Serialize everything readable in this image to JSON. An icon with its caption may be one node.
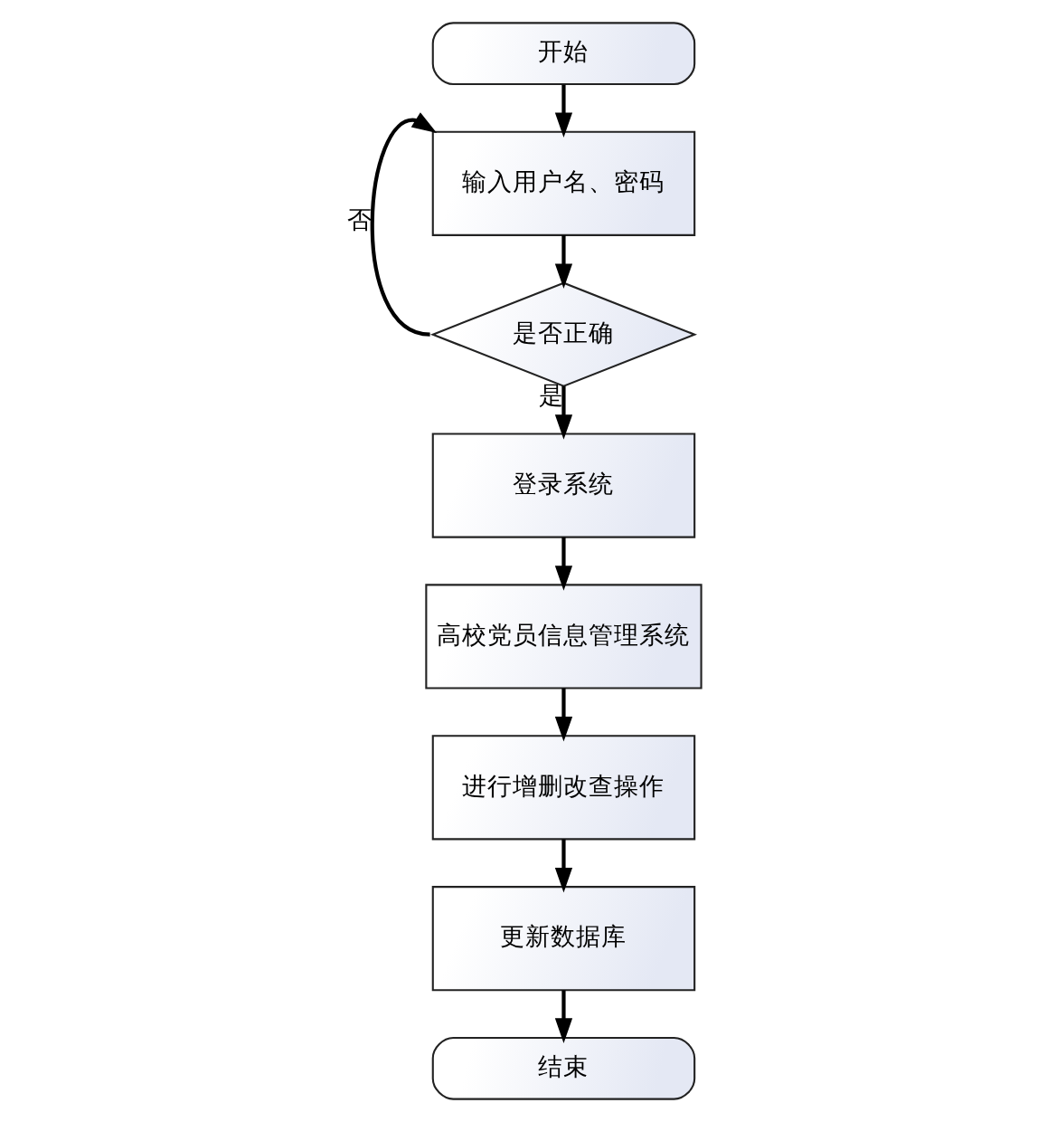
{
  "diagram": {
    "nodes": [
      {
        "text": [
          "开始"
        ]
      },
      {
        "text": [
          "输入用户名、密码"
        ]
      },
      {
        "text": [
          "是否正确"
        ]
      },
      {
        "text": [
          "登录系统"
        ]
      },
      {
        "text": [
          "高校党员信息管理系统"
        ]
      },
      {
        "text": [
          "进行增删改查操作"
        ]
      },
      {
        "text": [
          "更新数据库"
        ]
      },
      {
        "text": [
          "结束"
        ]
      }
    ],
    "edges": [
      {
        "from": 0,
        "to": 1,
        "arrow": "to"
      },
      {
        "from": 1,
        "to": 2,
        "arrow": "to"
      },
      {
        "from": 2,
        "to": 1,
        "arrow": "to",
        "label": "否"
      },
      {
        "from": 2,
        "to": 3,
        "arrow": "to",
        "label": "是"
      },
      {
        "from": 3,
        "to": 4,
        "arrow": "to"
      },
      {
        "from": 4,
        "to": 5,
        "arrow": "to"
      },
      {
        "from": 5,
        "to": 6,
        "arrow": "to"
      },
      {
        "from": 6,
        "to": 7,
        "arrow": "to"
      }
    ]
  }
}
